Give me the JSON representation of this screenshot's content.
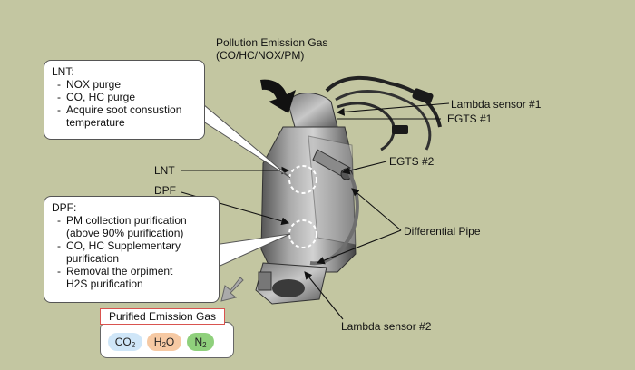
{
  "labels": {
    "pollution_line1": "Pollution Emission Gas",
    "pollution_line2": "(CO/HC/NOX/PM)",
    "lambda1": "Lambda sensor #1",
    "egts1": "EGTS #1",
    "egts2": "EGTS #2",
    "lnt": "LNT",
    "dpf": "DPF",
    "differential_pipe": "Differential Pipe",
    "lambda2": "Lambda sensor #2"
  },
  "lnt_box": {
    "title": "LNT:",
    "items": [
      "NOX purge",
      "CO, HC purge",
      "Acquire soot consustion\ntemperature"
    ]
  },
  "dpf_box": {
    "title": "DPF:",
    "items": [
      "PM collection purification\n(above 90% purification)",
      "CO, HC Supplementary\npurification",
      "Removal the orpiment\nH2S purification"
    ]
  },
  "output": {
    "title": "Purified Emission Gas",
    "co2_base": "CO",
    "co2_sub": "2",
    "h2o_a": "H",
    "h2o_sub": "2",
    "h2o_b": "O",
    "n2_base": "N",
    "n2_sub": "2"
  },
  "colors": {
    "background": "#c3c6a1",
    "co2_chip": "#cfe6f8",
    "h2o_chip": "#f6c9a3",
    "n2_chip": "#8fd07c",
    "title_border": "#d9534f"
  }
}
